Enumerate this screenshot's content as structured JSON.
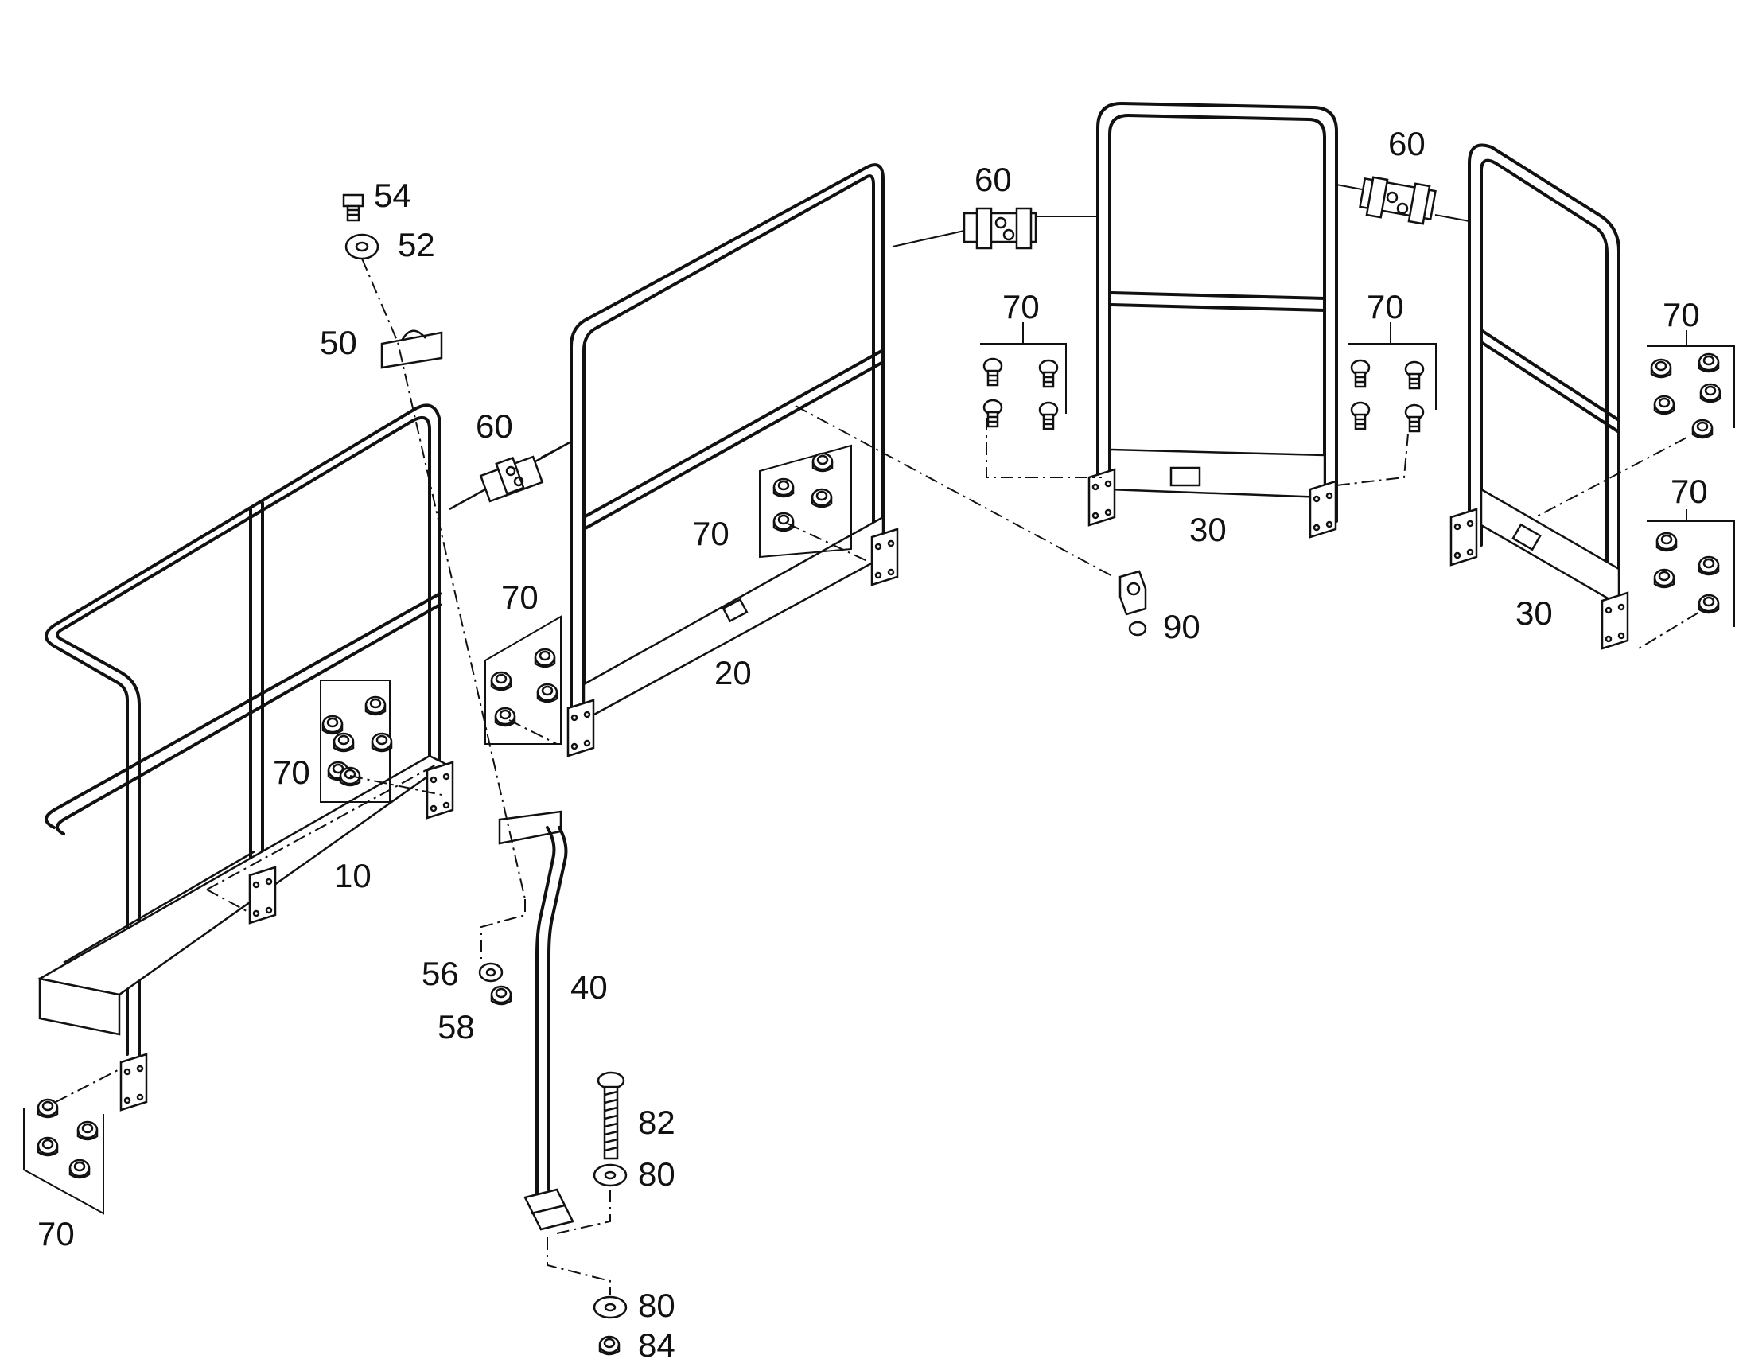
{
  "parts": {
    "p10": "10",
    "p20": "20",
    "p30a": "30",
    "p30b": "30",
    "p40": "40",
    "p50": "50",
    "p52": "52",
    "p54": "54",
    "p56": "56",
    "p58": "58",
    "p60a": "60",
    "p60b": "60",
    "p60c": "60",
    "p70a": "70",
    "p70b": "70",
    "p70c": "70",
    "p70d": "70",
    "p70e": "70",
    "p70f": "70",
    "p70g": "70",
    "p70h": "70",
    "p80a": "80",
    "p80b": "80",
    "p82": "82",
    "p84": "84",
    "p90": "90"
  },
  "colors": {
    "line": "#111111",
    "background": "#ffffff"
  }
}
